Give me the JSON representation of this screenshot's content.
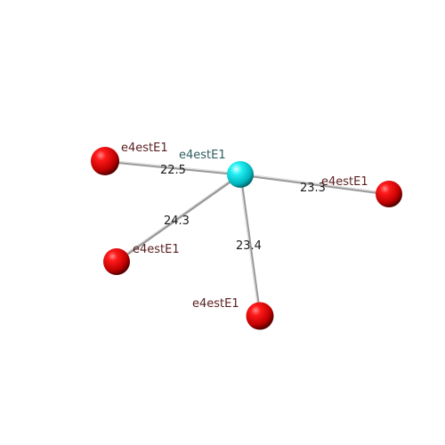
{
  "molecule": {
    "center_atom": {
      "label": "e4estE1",
      "color": "#00d9e0"
    },
    "neighbors": [
      {
        "id": "left",
        "label": "e4estE1",
        "distance": "22.5",
        "color": "#e00000"
      },
      {
        "id": "right",
        "label": "e4estE1",
        "distance": "23.3",
        "color": "#e00000"
      },
      {
        "id": "lower-left",
        "label": "e4estE1",
        "distance": "24.3",
        "color": "#e00000"
      },
      {
        "id": "bottom",
        "label": "e4estE1",
        "distance": "23.4",
        "color": "#e00000"
      }
    ],
    "bond_color": "#b8b8b8"
  }
}
